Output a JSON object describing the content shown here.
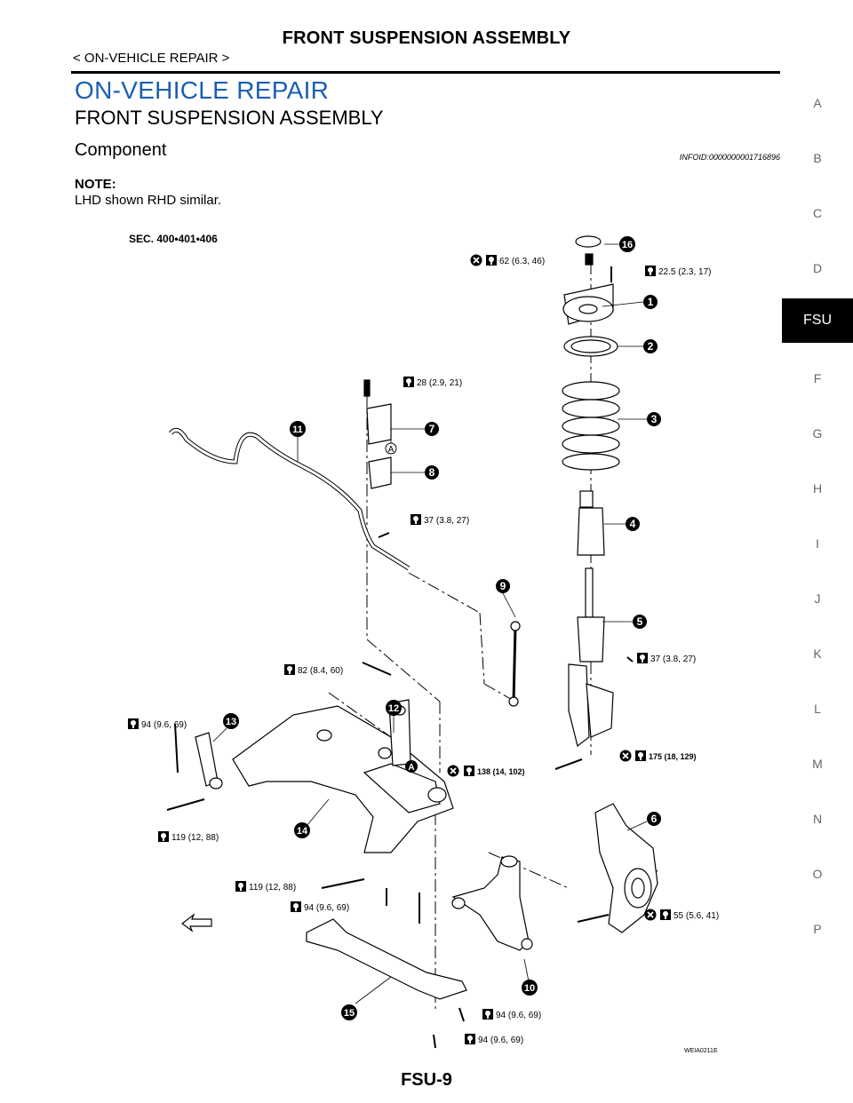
{
  "header": {
    "title": "FRONT SUSPENSION ASSEMBLY",
    "breadcrumb": "< ON-VEHICLE REPAIR >"
  },
  "section_title": "ON-VEHICLE REPAIR",
  "subsection_title": "FRONT SUSPENSION ASSEMBLY",
  "component_heading": "Component",
  "info_id": "INFOID:0000000001716896",
  "note": {
    "label": "NOTE:",
    "text": "LHD shown RHD similar."
  },
  "side_index": [
    "A",
    "B",
    "C",
    "D",
    "FSU",
    "F",
    "G",
    "H",
    "I",
    "J",
    "K",
    "L",
    "M",
    "N",
    "O",
    "P"
  ],
  "active_tab": "FSU",
  "diagram": {
    "sec_label": "SEC. 400•401•406",
    "image_code": "WEIA0211E",
    "callouts": [
      "1",
      "2",
      "3",
      "4",
      "5",
      "6",
      "7",
      "8",
      "9",
      "10",
      "11",
      "12",
      "13",
      "14",
      "15",
      "16"
    ],
    "ref_mark": "A",
    "torques": [
      "62 (6.3, 46)",
      "22.5 (2.3, 17)",
      "28 (2.9, 21)",
      "37 (3.8, 27)",
      "37 (3.8, 27)",
      "82 (8.4, 60)",
      "94 (9.6, 69)",
      "138 (14, 102)",
      "175 (18, 129)",
      "119 (12, 88)",
      "119 (12, 88)",
      "94 (9.6, 69)",
      "55 (5.6, 41)",
      "94 (9.6, 69)",
      "94 (9.6, 69)"
    ]
  },
  "footer": {
    "page": "FSU-9"
  },
  "colors": {
    "heading_blue": "#1a5fb4",
    "tab_bg": "#000000"
  }
}
